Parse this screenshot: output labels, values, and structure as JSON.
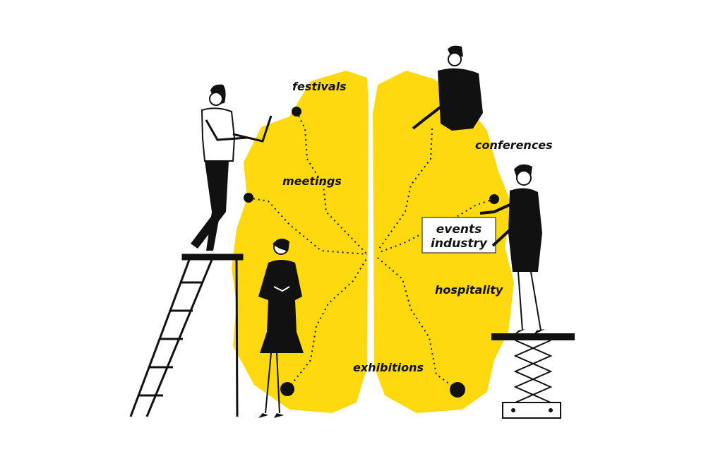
{
  "colors": {
    "brain": "#FFD90F",
    "ink": "#111111",
    "paper": "#FFFFFF"
  },
  "labels": {
    "festivals": "festivals",
    "meetings": "meetings",
    "conferences": "conferences",
    "events_line1": "events",
    "events_line2": "industry",
    "hospitality": "hospitality",
    "exhibitions": "exhibitions"
  },
  "figures": {
    "man_laptop": "man-with-laptop",
    "woman_dress": "woman-in-dress",
    "man_top": "man-reaching",
    "woman_lift": "woman-on-lift"
  }
}
